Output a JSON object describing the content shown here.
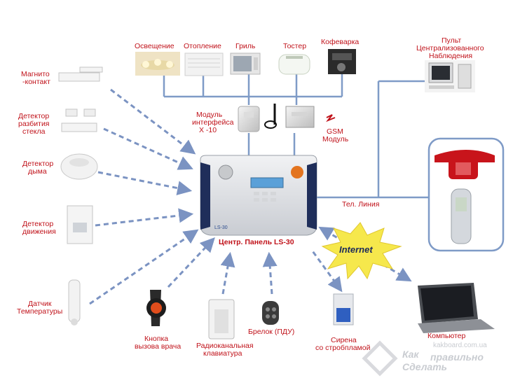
{
  "labels": {
    "lighting": "Освещение",
    "heating": "Отопление",
    "grill": "Гриль",
    "toaster": "Тостер",
    "coffee": "Кофеварка",
    "monitoring_1": "Пульт",
    "monitoring_2": "Централизованного",
    "monitoring_3": "Наблюдения",
    "magnet_1": "Магнито",
    "magnet_2": "-контакт",
    "glass_1": "Детектор",
    "glass_2": "разбития",
    "glass_3": "стекла",
    "smoke_1": "Детектор",
    "smoke_2": "дыма",
    "motion_1": "Детектор",
    "motion_2": "движения",
    "temp_1": "Датчик",
    "temp_2": "Температуры",
    "x10_1": "Модуль",
    "x10_2": "интерфейса",
    "x10_3": "X -10",
    "gsm_1": "GSM",
    "gsm_2": "Модуль",
    "panel": "Центр. Панель LS-30",
    "phone_line": "Тел. Линия",
    "internet": "Internet",
    "computer": "Компьютер",
    "doctor_1": "Кнопка",
    "doctor_2": "вызова врача",
    "keypad_1": "Радиоканальная",
    "keypad_2": "клавиатура",
    "keyfob": "Брелок (ПДУ)",
    "siren_1": "Сирена",
    "siren_2": "со стробпламой",
    "panel_brand": "LS-30",
    "watermark_site": "kakboard.com.ua",
    "watermark_1": "Как",
    "watermark_2": "правильно",
    "watermark_3": "Сделать"
  },
  "colors": {
    "label_red": "#c0121a",
    "label_blue": "#1c3f8a",
    "wire": "#7f9bc7",
    "arrow": "#7b93c2",
    "frame": "#7f9bc7",
    "starburst": "#f6e84c"
  }
}
